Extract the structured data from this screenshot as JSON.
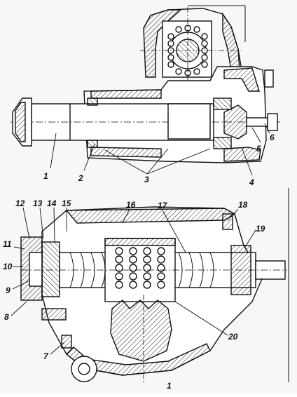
{
  "diagram": {
    "top_section": {
      "callouts": [
        {
          "id": "top-1",
          "label": "1"
        },
        {
          "id": "top-2",
          "label": "2"
        },
        {
          "id": "top-3",
          "label": "3"
        },
        {
          "id": "top-4",
          "label": "4"
        },
        {
          "id": "top-5",
          "label": "5"
        },
        {
          "id": "top-6",
          "label": "6"
        }
      ]
    },
    "bottom_section": {
      "callouts": [
        {
          "id": "bot-12",
          "label": "12"
        },
        {
          "id": "bot-13",
          "label": "13"
        },
        {
          "id": "bot-14",
          "label": "14"
        },
        {
          "id": "bot-15",
          "label": "15"
        },
        {
          "id": "bot-16",
          "label": "16"
        },
        {
          "id": "bot-17",
          "label": "17"
        },
        {
          "id": "bot-18",
          "label": "18"
        },
        {
          "id": "bot-11",
          "label": "11"
        },
        {
          "id": "bot-19",
          "label": "19"
        },
        {
          "id": "bot-10",
          "label": "10"
        },
        {
          "id": "bot-9",
          "label": "9"
        },
        {
          "id": "bot-8",
          "label": "8"
        },
        {
          "id": "bot-20",
          "label": "20"
        },
        {
          "id": "bot-7",
          "label": "7"
        },
        {
          "id": "bot-1",
          "label": "1"
        }
      ]
    }
  }
}
